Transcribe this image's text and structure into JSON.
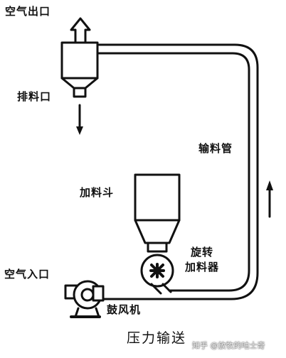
{
  "labels": {
    "air_outlet": "空气出口",
    "discharge_port": "排料口",
    "conveying_pipe": "输料管",
    "feed_hopper": "加料斗",
    "rotary_feeder_line1": "旋转",
    "rotary_feeder_line2": "加料器",
    "air_inlet": "空气入口",
    "blower": "鼓风机"
  },
  "caption": "压力输送",
  "watermark": "知乎 @放牧的咕士奇"
}
